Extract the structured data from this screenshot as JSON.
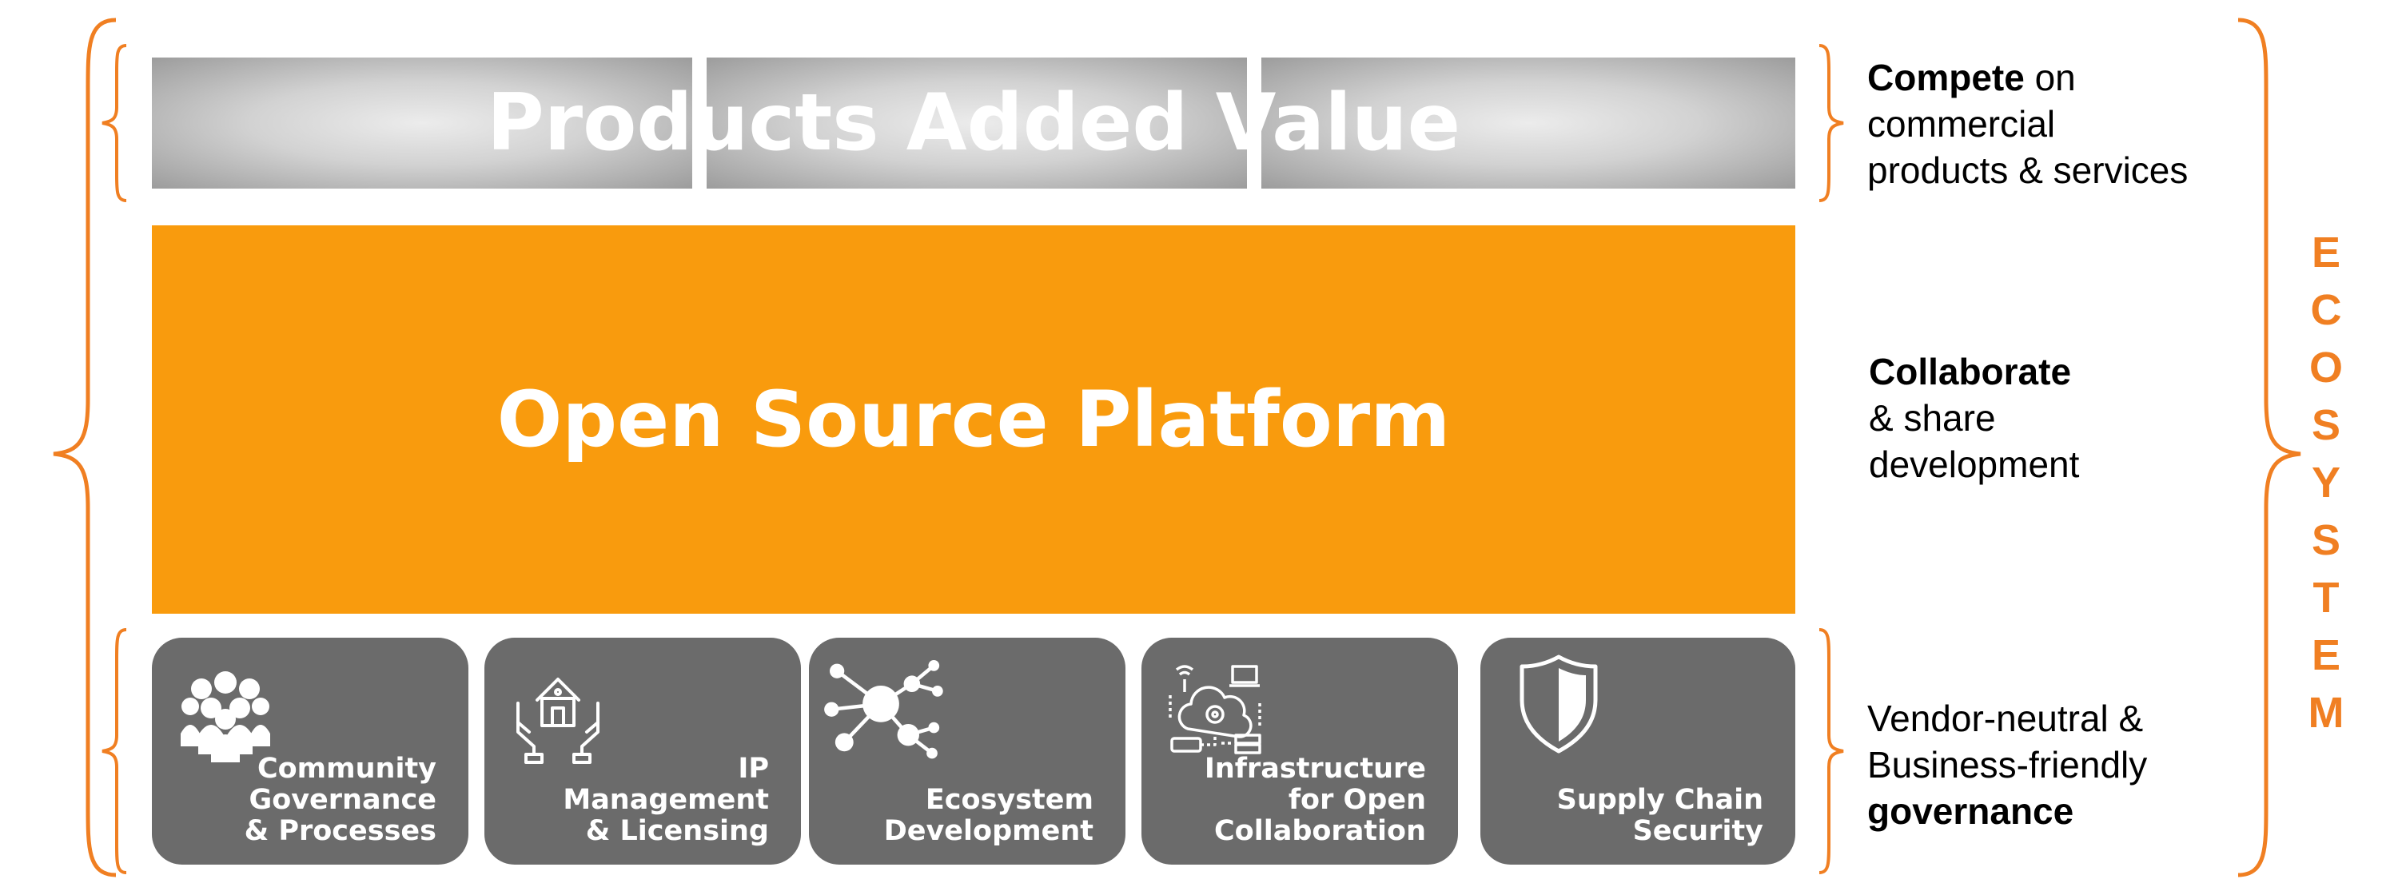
{
  "products": {
    "title": "Products Added Value"
  },
  "platform": {
    "title": "Open Source Platform"
  },
  "pillars": [
    {
      "lines": [
        "Community",
        "Governance",
        "& Processes"
      ],
      "icon": "people-group-icon"
    },
    {
      "lines": [
        "IP",
        "Management",
        "& Licensing"
      ],
      "icon": "house-in-hands-icon"
    },
    {
      "lines": [
        "Ecosystem",
        "Development"
      ],
      "icon": "network-nodes-icon"
    },
    {
      "lines": [
        "Infrastructure",
        "for Open",
        "Collaboration"
      ],
      "icon": "cloud-infrastructure-icon"
    },
    {
      "lines": [
        "Supply Chain",
        "Security"
      ],
      "icon": "shield-icon"
    }
  ],
  "right": {
    "compete": {
      "bold": "Compete",
      "rest": " on",
      "line2": "commercial",
      "line3": "products & services"
    },
    "collaborate": {
      "bold": "Collaborate",
      "line2": "& share",
      "line3": "development"
    },
    "governance": {
      "line1": "Vendor-neutral &",
      "line2": "Business-friendly",
      "bold": "governance"
    }
  },
  "ecosystem_letters": [
    "E",
    "C",
    "O",
    "S",
    "Y",
    "S",
    "T",
    "E",
    "M"
  ],
  "colors": {
    "orange": "#f99b0d",
    "brace": "#f07f22",
    "pillar": "#6b6b6b",
    "gray": "#bdbdbd"
  }
}
